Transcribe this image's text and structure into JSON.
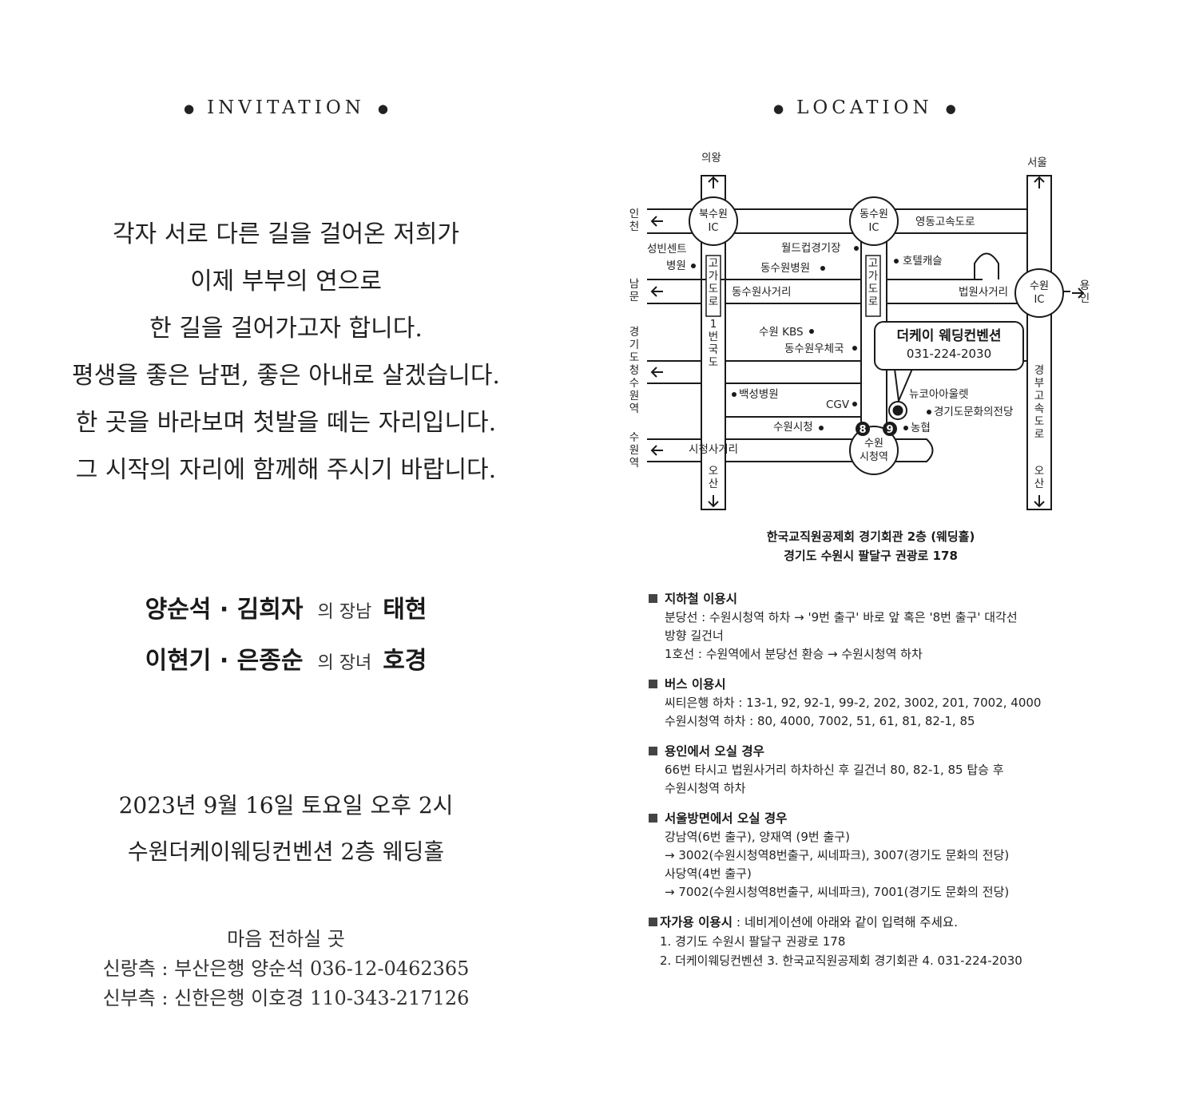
{
  "invitation": {
    "heading": "INVITATION",
    "poem": [
      "각자 서로 다른 길을 걸어온 저희가",
      "이제 부부의 연으로",
      "한 길을 걸어가고자 합니다.",
      "평생을 좋은 남편, 좋은 아내로 살겠습니다.",
      "한 곳을 바라보며 첫발을 떼는 자리입니다.",
      "그 시작의 자리에 함께해 주시기 바랍니다."
    ],
    "groom_parents": "양순석 · 김희자",
    "groom_relation": "의 장남",
    "groom_name": "태현",
    "bride_parents": "이현기 · 은종순",
    "bride_relation": "의 장녀",
    "bride_name": "호경",
    "date": "2023년 9월 16일 토요일 오후 2시",
    "venue": "수원더케이웨딩컨벤션 2층 웨딩홀",
    "account_title": "마음 전하실 곳",
    "groom_account": "신랑측 : 부산은행 양순석 036-12-0462365",
    "bride_account": "신부측 : 신한은행 이호경 110-343-217126"
  },
  "location": {
    "heading": "LOCATION",
    "map": {
      "labels": {
        "uiwang": "의왕",
        "seoul": "서울",
        "incheon": "인천",
        "nammun": "남문",
        "gyeonggi_station": "경기도청수원역",
        "suwon_station": "수원역",
        "yongin": "용인",
        "osan_left": "오산",
        "osan_right": "오산",
        "gyeongbu": "경부고속도로",
        "bukswon_ic": "북수원\nIC",
        "dongsuwon_ic": "동수원\nIC",
        "suwon_ic": "수원\nIC",
        "yeongdong": "영동고속도로",
        "worldcup": "월드컵경기장",
        "sungvincent": "성빈센트",
        "hospital": "병원",
        "dongsuwon_hospital": "동수원병원",
        "hotel_castle": "호텔캐슬",
        "dongsuwon_crossroad": "동수원사거리",
        "court_crossroad": "법원사거리",
        "gogado1": "고가도로",
        "gogado2": "고가도로",
        "route1": "1번국도",
        "suwon_kbs": "수원 KBS",
        "dongsuwon_post": "동수원우체국",
        "baekseong": "백성병원",
        "cgv": "CGV",
        "newcore": "뉴코아아울렛",
        "gyeonggi_arts": "경기도문화의전당",
        "suwon_cityhall": "수원시청",
        "nonghyup": "농협",
        "cityhall_crossroad": "시청사거리",
        "cityhall_station": "수원\n시청역",
        "exit8": "8",
        "exit9": "9"
      },
      "venue_name": "더케이 웨딩컨벤션",
      "venue_phone": "031-224-2030"
    },
    "address_line1": "한국교직원공제회 경기회관 2층 (웨딩홀)",
    "address_line2": "경기도 수원시 팔달구 권광로 178",
    "sections": [
      {
        "title": "지하철 이용시",
        "lines": [
          "분당선 : 수원시청역 하차 → '9번 출구' 바로 앞 혹은 '8번 출구' 대각선",
          "방향 길건너",
          "1호선 : 수원역에서 분당선 환승 → 수원시청역 하차"
        ]
      },
      {
        "title": "버스 이용시",
        "lines": [
          "씨티은행 하차 : 13-1, 92, 92-1, 99-2, 202, 3002, 201, 7002, 4000",
          "수원시청역 하차 : 80, 4000, 7002, 51, 61, 81, 82-1, 85"
        ]
      },
      {
        "title": "용인에서 오실 경우",
        "lines": [
          "66번 타시고 법원사거리 하차하신 후 길건너 80, 82-1, 85 탑승 후",
          "수원시청역 하차"
        ]
      },
      {
        "title": "서울방면에서 오실 경우",
        "lines": [
          "강남역(6번 출구), 양재역 (9번 출구)",
          "→ 3002(수원시청역8번출구, 씨네파크), 3007(경기도 문화의 전당)",
          "사당역(4번 출구)",
          "→ 7002(수원시청역8번출구, 씨네파크), 7001(경기도 문화의 전당)"
        ]
      }
    ],
    "car": {
      "title": "자가용 이용시",
      "desc": " : 네비게이션에 아래와 같이 입력해 주세요.",
      "line1": "1. 경기도 수원시 팔달구 권광로 178",
      "line2": "2. 더케이웨딩컨벤션  3. 한국교직원공제회 경기회관  4. 031-224-2030"
    }
  }
}
